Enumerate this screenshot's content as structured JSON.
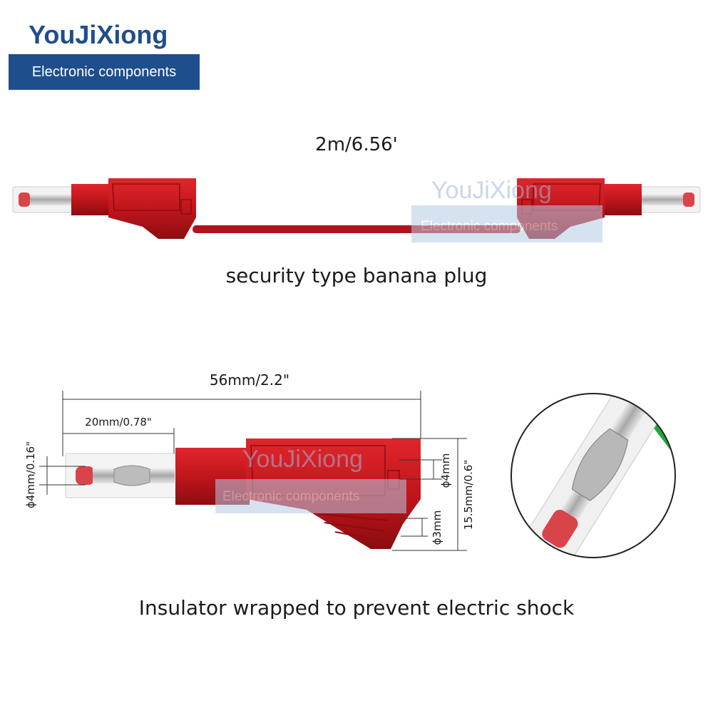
{
  "brand": {
    "name": "YouJiXiong",
    "tagline": "Electronic components"
  },
  "captions": {
    "length": "2m/6.56'",
    "plug_type": "security type banana plug",
    "insulator": "Insulator wrapped to prevent electric shock"
  },
  "watermark": {
    "name": "YouJiXiong",
    "tagline": "Electronic components"
  },
  "dimensions": {
    "total_length": "56mm/2.2\"",
    "pin_length": "20mm/0.78\"",
    "pin_diameter": "ϕ4mm/0.16\"",
    "socket_diameter": "ϕ4mm",
    "small_diameter": "ϕ3mm",
    "body_height": "15.5mm/0.6\""
  },
  "colors": {
    "brand_blue": "#1f4e8c",
    "plug_red": "#c0161c",
    "cable_red": "#b0141a",
    "accent_green": "#1fa83a"
  }
}
